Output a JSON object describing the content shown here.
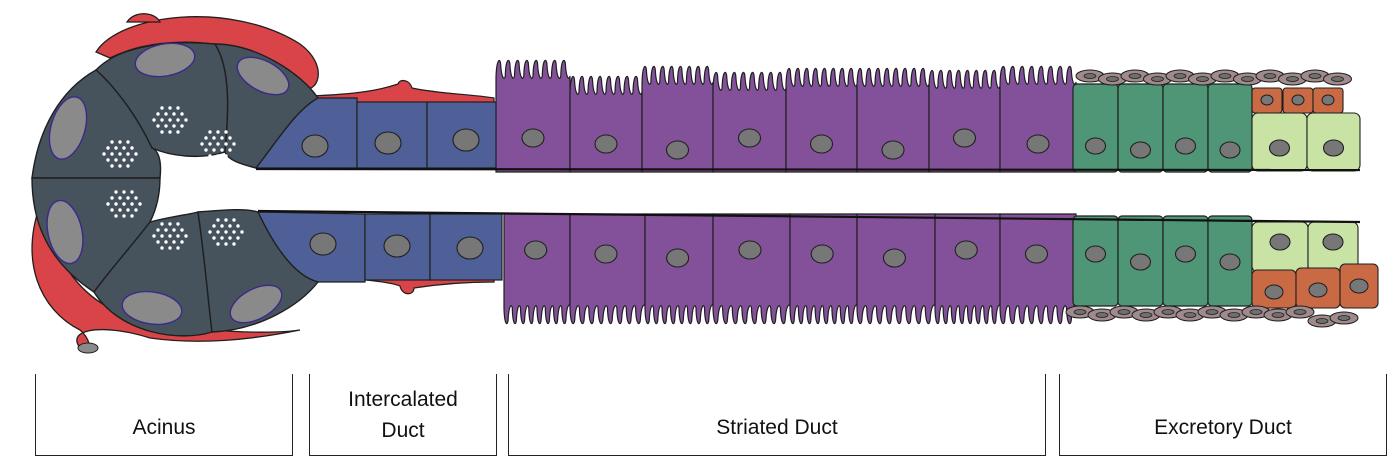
{
  "colors": {
    "acinar_cell": "#46525c",
    "acinar_nucleus": "#8a8a8a",
    "myoepithelial": "#d94448",
    "intercalated_cell": "#4f5f98",
    "striated_cell": "#83519a",
    "excretory_columnar": "#4f9677",
    "excretory_basal": "#c96a45",
    "excretory_luminal": "#c8e3a4",
    "flat_basal_cell": "#a08a8c",
    "nucleus": "#777777"
  },
  "labels": {
    "acinus": "Acinus",
    "intercalated_line1": "Intercalated",
    "intercalated_line2": "Duct",
    "striated": "Striated Duct",
    "excretory": "Excretory Duct"
  }
}
